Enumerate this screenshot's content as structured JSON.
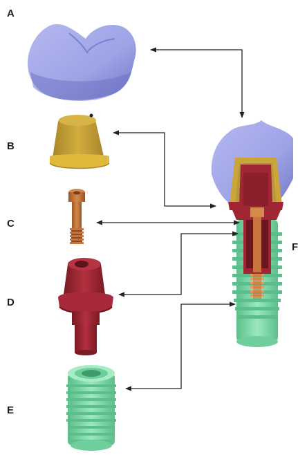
{
  "labels": {
    "a": "A",
    "b": "B",
    "c": "C",
    "d": "D",
    "e": "E",
    "f": "F"
  },
  "colors": {
    "crown": "#9ea3e6",
    "crown_shade": "#6f74c4",
    "coping": "#c9a53a",
    "coping_rim": "#e0b93b",
    "screw": "#c9743a",
    "abutment": "#a02634",
    "abutment_shade": "#7b1a24",
    "implant": "#8ee0b0",
    "implant_shade": "#5fc28e",
    "arrow": "#222222"
  }
}
